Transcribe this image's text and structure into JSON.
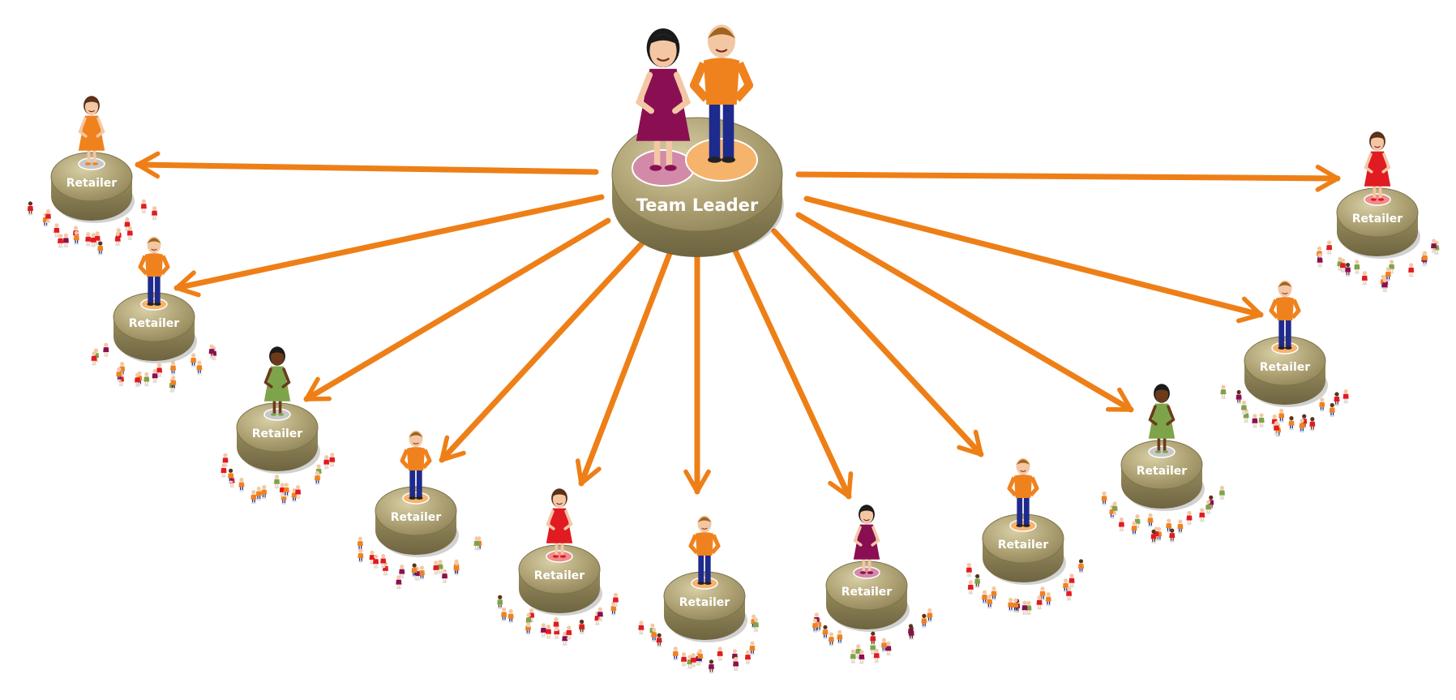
{
  "leader": {
    "label": "Team Leader",
    "figures": [
      {
        "type": "female",
        "dress": "#8a0f52",
        "disc": "#d38aa8"
      },
      {
        "type": "male",
        "shirt": "#f0821e",
        "pants": "#1e2a8c",
        "disc": "#f6b36c"
      }
    ]
  },
  "retailers": [
    {
      "label": "Retailer",
      "figure": {
        "type": "female",
        "dress": "#f0821e",
        "disc": "#c8c8c8",
        "skin": "#f4c7a4",
        "hair": "#5a2e17"
      }
    },
    {
      "label": "Retailer",
      "figure": {
        "type": "male",
        "shirt": "#f0821e",
        "pants": "#1e2a8c",
        "disc": "#f6b36c",
        "skin": "#f4c7a4",
        "hair": "#a0641e"
      }
    },
    {
      "label": "Retailer",
      "figure": {
        "type": "female",
        "dress": "#7da44a",
        "disc": "#c8c8c8",
        "skin": "#6b3b1b",
        "hair": "#1a1a1a"
      }
    },
    {
      "label": "Retailer",
      "figure": {
        "type": "male",
        "shirt": "#f0821e",
        "pants": "#1e2a8c",
        "disc": "#f6b36c",
        "skin": "#f4c7a4",
        "hair": "#a0641e"
      }
    },
    {
      "label": "Retailer",
      "figure": {
        "type": "female",
        "dress": "#e01b22",
        "disc": "#f08c8c",
        "skin": "#f4c7a4",
        "hair": "#5a2e17"
      }
    },
    {
      "label": "Retailer",
      "figure": {
        "type": "male",
        "shirt": "#f0821e",
        "pants": "#1e2a8c",
        "disc": "#f6b36c",
        "skin": "#f4c7a4",
        "hair": "#a0641e"
      }
    },
    {
      "label": "Retailer",
      "figure": {
        "type": "female",
        "dress": "#8a0f52",
        "disc": "#d38aa8",
        "skin": "#f4c7a4",
        "hair": "#1a1a1a"
      }
    },
    {
      "label": "Retailer",
      "figure": {
        "type": "male",
        "shirt": "#f0821e",
        "pants": "#1e2a8c",
        "disc": "#f6b36c",
        "skin": "#f4c7a4",
        "hair": "#a0641e"
      }
    },
    {
      "label": "Retailer",
      "figure": {
        "type": "female",
        "dress": "#7da44a",
        "disc": "#c8c8c8",
        "skin": "#6b3b1b",
        "hair": "#1a1a1a"
      }
    },
    {
      "label": "Retailer",
      "figure": {
        "type": "male",
        "shirt": "#f0821e",
        "pants": "#1e2a8c",
        "disc": "#f6b36c",
        "skin": "#f4c7a4",
        "hair": "#a0641e"
      }
    },
    {
      "label": "Retailer",
      "figure": {
        "type": "female",
        "dress": "#e01b22",
        "disc": "#f08c8c",
        "skin": "#f4c7a4",
        "hair": "#5a2e17"
      }
    }
  ],
  "colors": {
    "arrow": "#ee7f17",
    "pad_top": "#b3a778",
    "pad_side": "#8a7f52",
    "crowd": [
      "#e01b22",
      "#f0821e",
      "#7da44a",
      "#8a0f52",
      "#f0821e",
      "#e01b22"
    ]
  }
}
